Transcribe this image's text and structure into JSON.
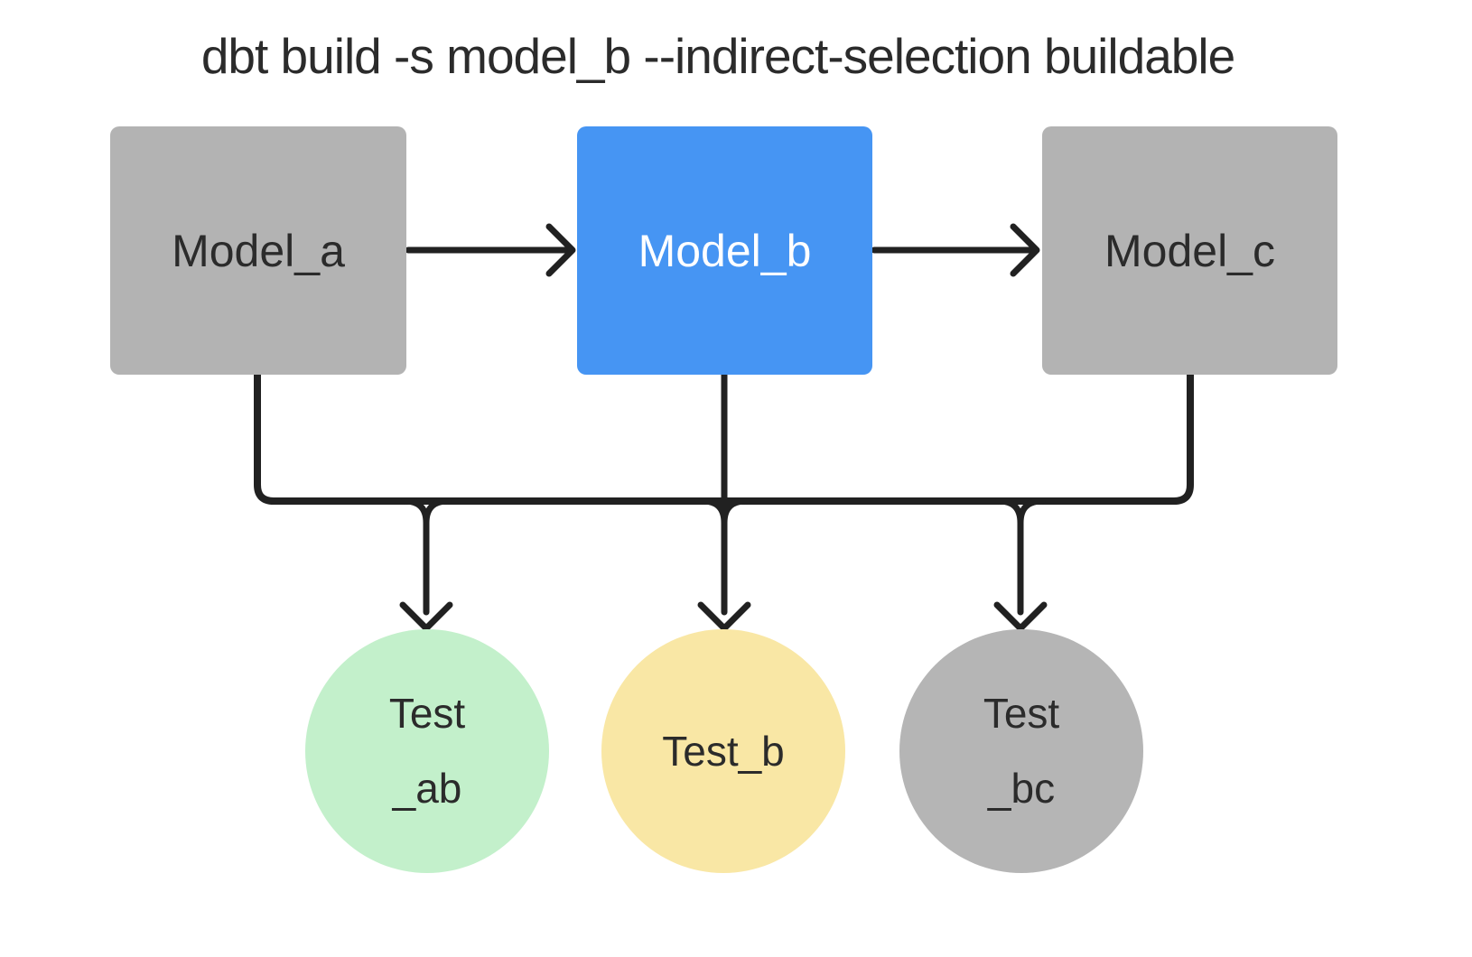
{
  "title": "dbt build -s model_b --indirect-selection buildable",
  "nodes": {
    "models": [
      {
        "id": "model_a",
        "label": "Model_a",
        "selected": false
      },
      {
        "id": "model_b",
        "label": "Model_b",
        "selected": true
      },
      {
        "id": "model_c",
        "label": "Model_c",
        "selected": false
      }
    ],
    "tests": [
      {
        "id": "test_ab",
        "label_line1": "Test",
        "label_line2": "_ab"
      },
      {
        "id": "test_b",
        "label_line1": "Test_b"
      },
      {
        "id": "test_bc",
        "label_line1": "Test",
        "label_line2": "_bc"
      }
    ]
  },
  "edges": [
    {
      "from": "model_a",
      "to": "model_b"
    },
    {
      "from": "model_b",
      "to": "model_c"
    },
    {
      "from": "model_a",
      "to": "test_ab"
    },
    {
      "from": "model_b",
      "to": "test_ab"
    },
    {
      "from": "model_b",
      "to": "test_b"
    },
    {
      "from": "model_b",
      "to": "test_bc"
    },
    {
      "from": "model_c",
      "to": "test_bc"
    }
  ],
  "colors": {
    "background": "#ffffff",
    "text_dark": "#2b2b2b",
    "text_light": "#ffffff",
    "line": "#212121",
    "model_default_bg": "#b3b3b3",
    "model_selected_bg": "#4695f3",
    "test_ab_bg": "#c3f0cb",
    "test_b_bg": "#f9e7a5",
    "test_bc_bg": "#b5b5b5"
  }
}
